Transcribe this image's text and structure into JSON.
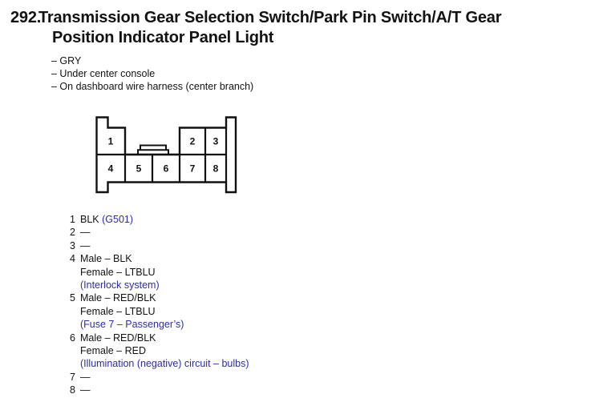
{
  "colors": {
    "blue": "#2c2cae",
    "ink": "#121212"
  },
  "header": {
    "number": "292.",
    "title_line1": "Transmission Gear Selection Switch/Park Pin Switch/A/T Gear",
    "title_line2": "Position Indicator Panel Light"
  },
  "attributes": [
    "– GRY",
    "– Under center console",
    "– On dashboard wire harness (center branch)"
  ],
  "connector": {
    "description": "8-cavity connector, two rows, center latch",
    "pins": [
      "1",
      "2",
      "3",
      "4",
      "5",
      "6",
      "7",
      "8"
    ]
  },
  "pin_list": [
    {
      "num": "1",
      "lines": [
        {
          "black": "BLK ",
          "blue": "(G501)"
        }
      ]
    },
    {
      "num": "2",
      "lines": [
        {
          "black": "—"
        }
      ]
    },
    {
      "num": "3",
      "lines": [
        {
          "black": "—"
        }
      ]
    },
    {
      "num": "4",
      "lines": [
        {
          "black": "Male – BLK"
        },
        {
          "black": "Female – LTBLU"
        },
        {
          "blue": "(Interlock system)"
        }
      ]
    },
    {
      "num": "5",
      "lines": [
        {
          "black": "Male – RED/BLK"
        },
        {
          "black": "Female – LTBLU"
        },
        {
          "blue": "(Fuse 7 – Passenger’s)"
        }
      ]
    },
    {
      "num": "6",
      "lines": [
        {
          "black": "Male – RED/BLK"
        },
        {
          "black": "Female – RED"
        },
        {
          "blue": "(Illumination (negative) circuit – bulbs)"
        }
      ]
    },
    {
      "num": "7",
      "lines": [
        {
          "black": "—"
        }
      ]
    },
    {
      "num": "8",
      "lines": [
        {
          "black": "—"
        }
      ]
    }
  ]
}
